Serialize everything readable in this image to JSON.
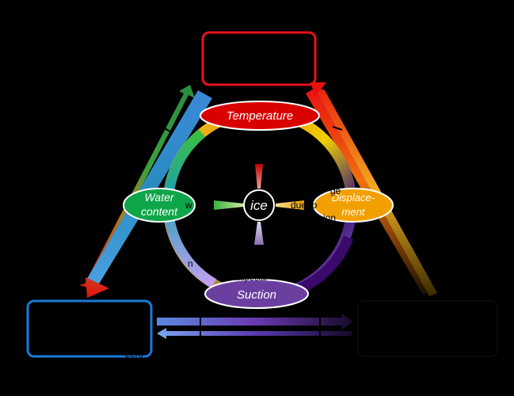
{
  "nodes": {
    "temperature": "Temperature",
    "water_content": [
      "Water",
      "content"
    ],
    "displacement": [
      "Displace-",
      "ment"
    ],
    "suction": "Suction",
    "center": "ice"
  },
  "fragments": {
    "f1": "w",
    "f2": "ge",
    "f3": "due to",
    "f4": "ion",
    "f5": "on",
    "f6": "n",
    "f7": "aspecial",
    "f8": "zero"
  },
  "colors": {
    "background": "#000000",
    "top_box": "#e8101a",
    "left_box": "#1a7ad8",
    "temperature": "#d90000",
    "water_content": "#0fa64a",
    "displacement": "#f2a000",
    "suction": "#6b3fa0"
  },
  "icons": [
    "temperature-icon",
    "water-content-icon",
    "displacement-icon",
    "suction-icon",
    "ice-icon"
  ]
}
